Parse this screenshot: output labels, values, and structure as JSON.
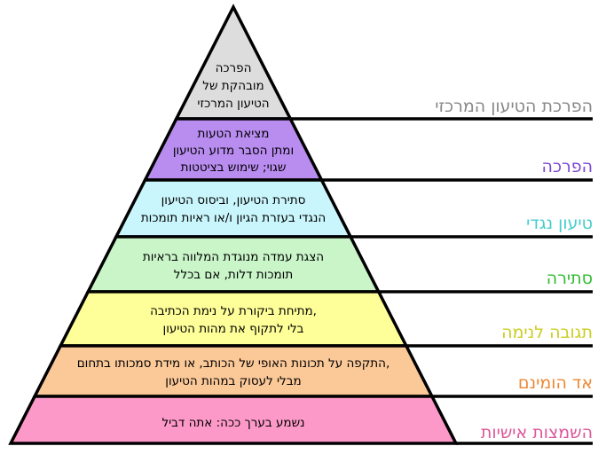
{
  "title": "Graham's hierarchy of disagreement",
  "levels": [
    {
      "label": "הפרכת הטיעון המרכזי",
      "lines": [
        "הפרכה",
        "מובהקת של",
        "הטיעון המרכזי"
      ],
      "fill": "#dddddd",
      "label_color": "#888888"
    },
    {
      "label": "הפרכה",
      "lines": [
        "מציאת הטעות",
        "ומתן הסבר מדוע הטיעון",
        "שגוי; שימוש בציטטות"
      ],
      "fill": "#b98cf0",
      "label_color": "#7a48d0"
    },
    {
      "label": "טיעון נגדי",
      "lines": [
        "סתירת הטיעון, וביסוס הטיעון",
        "הנגדי בעזרת הגיון ו/או ראיות תומכות"
      ],
      "fill": "#c9f6fc",
      "label_color": "#44cccc"
    },
    {
      "label": "סתירה",
      "lines": [
        "הצגת עמדה מנוגדת המלווה בראיות",
        "תומכות דלות, אם בכלל"
      ],
      "fill": "#c9f5c9",
      "label_color": "#33bb33"
    },
    {
      "label": "תגובה לנימה",
      "lines": [
        "מתיחת ביקורת על נימת הכתיבה,",
        "בלי לתקוף את מהות הטיעון"
      ],
      "fill": "#ffff99",
      "label_color": "#cccc22"
    },
    {
      "label": "אד הומינם",
      "lines": [
        "התקפה על תכונות האופי של הכותב, או מידת סמכותו בתחום,",
        "מבלי לעסוק במהות הטיעון"
      ],
      "fill": "#fbc898",
      "label_color": "#ee8833"
    },
    {
      "label": "השמצות אישיות",
      "lines": [
        "נשמע בערך ככה: אתה דביל"
      ],
      "fill": "#fd99c8",
      "label_color": "#dd5599"
    }
  ]
}
